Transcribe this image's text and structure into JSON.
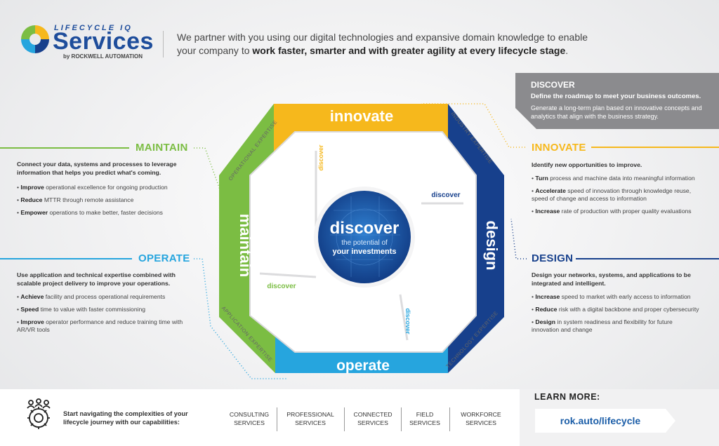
{
  "brand": {
    "top": "LIFECYCLE IQ",
    "main": "Services",
    "by": "by ROCKWELL AUTOMATION"
  },
  "tagline": {
    "line1": "We partner with you using our digital technologies and expansive domain knowledge to enable",
    "line2_pre": "your company to ",
    "line2_bold": "work faster, smarter and with greater agility at every lifecycle stage",
    "line2_post": "."
  },
  "discover_box": {
    "title": "DISCOVER",
    "subtitle": "Define the roadmap to meet your business outcomes.",
    "desc": "Generate a long-term plan based on innovative concepts and analytics that align with the business strategy."
  },
  "maintain": {
    "title": "MAINTAIN",
    "intro": "Connect your data, systems and processes to leverage information that helps you predict what's coming.",
    "bullets": [
      {
        "b": "Improve",
        "t": " operational excellence for ongoing production"
      },
      {
        "b": "Reduce",
        "t": " MTTR through remote assistance"
      },
      {
        "b": "Empower",
        "t": " operations to make better, faster decisions"
      }
    ]
  },
  "operate": {
    "title": "OPERATE",
    "intro": "Use application and technical expertise combined with scalable project delivery to improve your operations.",
    "bullets": [
      {
        "b": "Achieve",
        "t": " facility and process operational requirements"
      },
      {
        "b": "Speed",
        "t": " time to value with faster commissioning"
      },
      {
        "b": "Improve",
        "t": " operator performance and reduce training time with AR/VR tools"
      }
    ]
  },
  "innovate": {
    "title": "INNOVATE",
    "intro": "Identify new opportunities to improve.",
    "bullets": [
      {
        "b": "Turn",
        "t": " process and machine data into meaningful information"
      },
      {
        "b": "Accelerate",
        "t": " speed of innovation through knowledge reuse, speed of change and access to information"
      },
      {
        "b": "Increase",
        "t": " rate of production with proper quality evaluations"
      }
    ]
  },
  "design": {
    "title": "DESIGN",
    "intro": "Design your networks, systems, and applications to be integrated and intelligent.",
    "bullets": [
      {
        "b": "Increase",
        "t": " speed to market with early access to information"
      },
      {
        "b": "Reduce",
        "t": " risk with a digital backbone and proper cybersecurity"
      },
      {
        "b": "Design",
        "t": " in system readiness and flexibility for future innovation and change"
      }
    ]
  },
  "octagon": {
    "innovate": "innovate",
    "design": "design",
    "operate": "operate",
    "maintain": "maintain",
    "discover_small": "discover",
    "center_title": "discover",
    "center_sub1": "the potential of",
    "center_sub2": "your investments",
    "exp_operational": "OPERATIONAL EXPERTISE",
    "exp_industry": "INDUSTRY EXPERTISE",
    "exp_application": "APPLICATION EXPERTISE",
    "exp_technology": "TECHNOLOGY EXPERTISE"
  },
  "capabilities": {
    "intro": "Start navigating the complexities of your lifecycle journey with our capabilities:",
    "items": [
      [
        "CONSULTING",
        "SERVICES"
      ],
      [
        "PROFESSIONAL",
        "SERVICES"
      ],
      [
        "CONNECTED",
        "SERVICES"
      ],
      [
        "FIELD",
        "SERVICES"
      ],
      [
        "WORKFORCE",
        "SERVICES"
      ]
    ]
  },
  "learn_more": {
    "label": "LEARN MORE:",
    "url": "rok.auto/lifecycle"
  },
  "colors": {
    "green": "#7bbd43",
    "yellow": "#f6b81c",
    "navy": "#17408c",
    "blue": "#26a5de",
    "gray": "#8b8b8e",
    "brand": "#1e4d9b"
  }
}
